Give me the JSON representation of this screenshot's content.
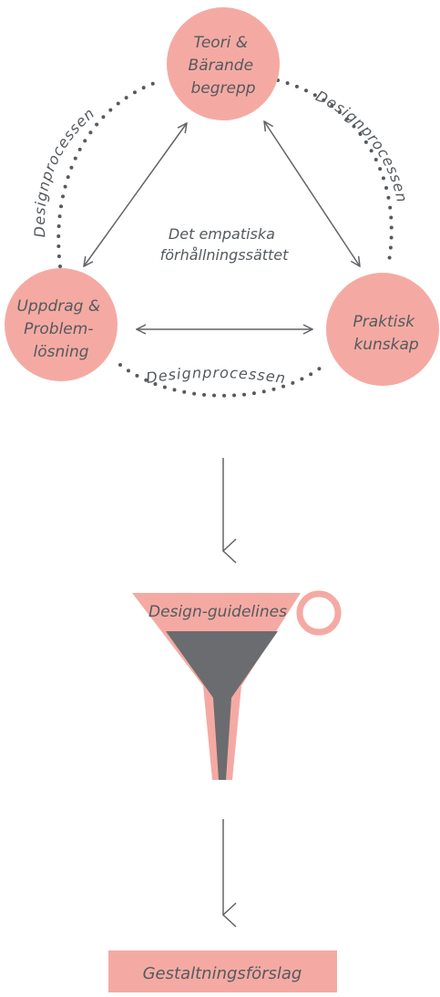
{
  "nodes": {
    "teori": [
      "Teori &",
      "Bärande",
      "begrepp"
    ],
    "uppdrag": [
      "Uppdrag &",
      "Problem-",
      "lösning"
    ],
    "praktisk": [
      "Praktisk",
      "kunskap"
    ]
  },
  "center_label": [
    "Det empatiska",
    "förhållningssättet"
  ],
  "process_label": "Designprocessen",
  "funnel_label": "Design-guidelines",
  "result_label": "Gestaltningsförslag",
  "colors": {
    "node_fill": "#f4aaa3",
    "text": "#555a5e",
    "funnel_inner": "#6b6c6f"
  }
}
